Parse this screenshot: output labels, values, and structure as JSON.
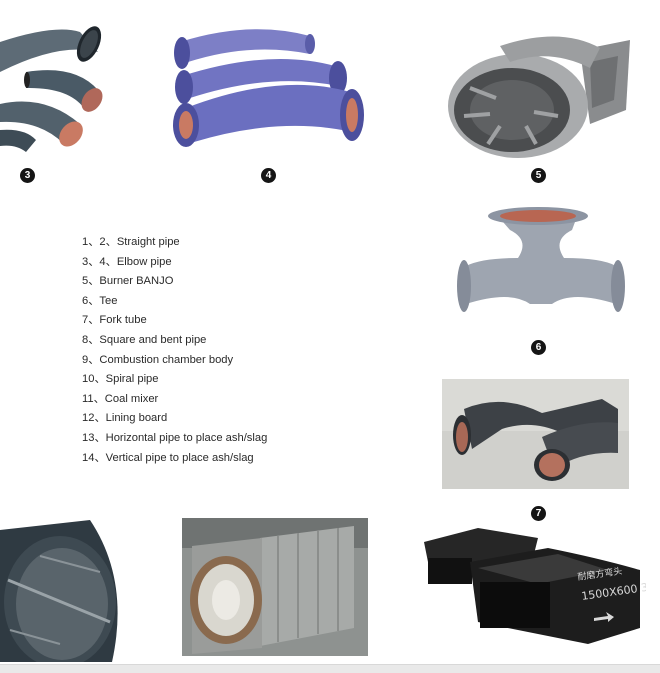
{
  "labels": {
    "n3": "3",
    "n4": "4",
    "n5": "5",
    "n6": "6",
    "n7": "7"
  },
  "legend": [
    "1、2、Straight pipe",
    "3、4、Elbow pipe",
    "5、Burner BANJO",
    "6、Tee",
    "7、Fork tube",
    "8、Square and bent pipe",
    "9、Combustion chamber body",
    "10、Spiral pipe",
    "11、Coal mixer",
    "12、Lining board",
    "13、Horizontal pipe to place ash/slag",
    "14、Vertical pipe to place ash/slag"
  ],
  "box_markings": {
    "line1": "耐磨方弯头",
    "line2": "1500X600 30°"
  },
  "colors": {
    "badge": "#151515",
    "steel_elbow": "#4a5a66",
    "flanged_elbow": "#6b6fc0",
    "ceramic_lining": "#c97a63"
  }
}
